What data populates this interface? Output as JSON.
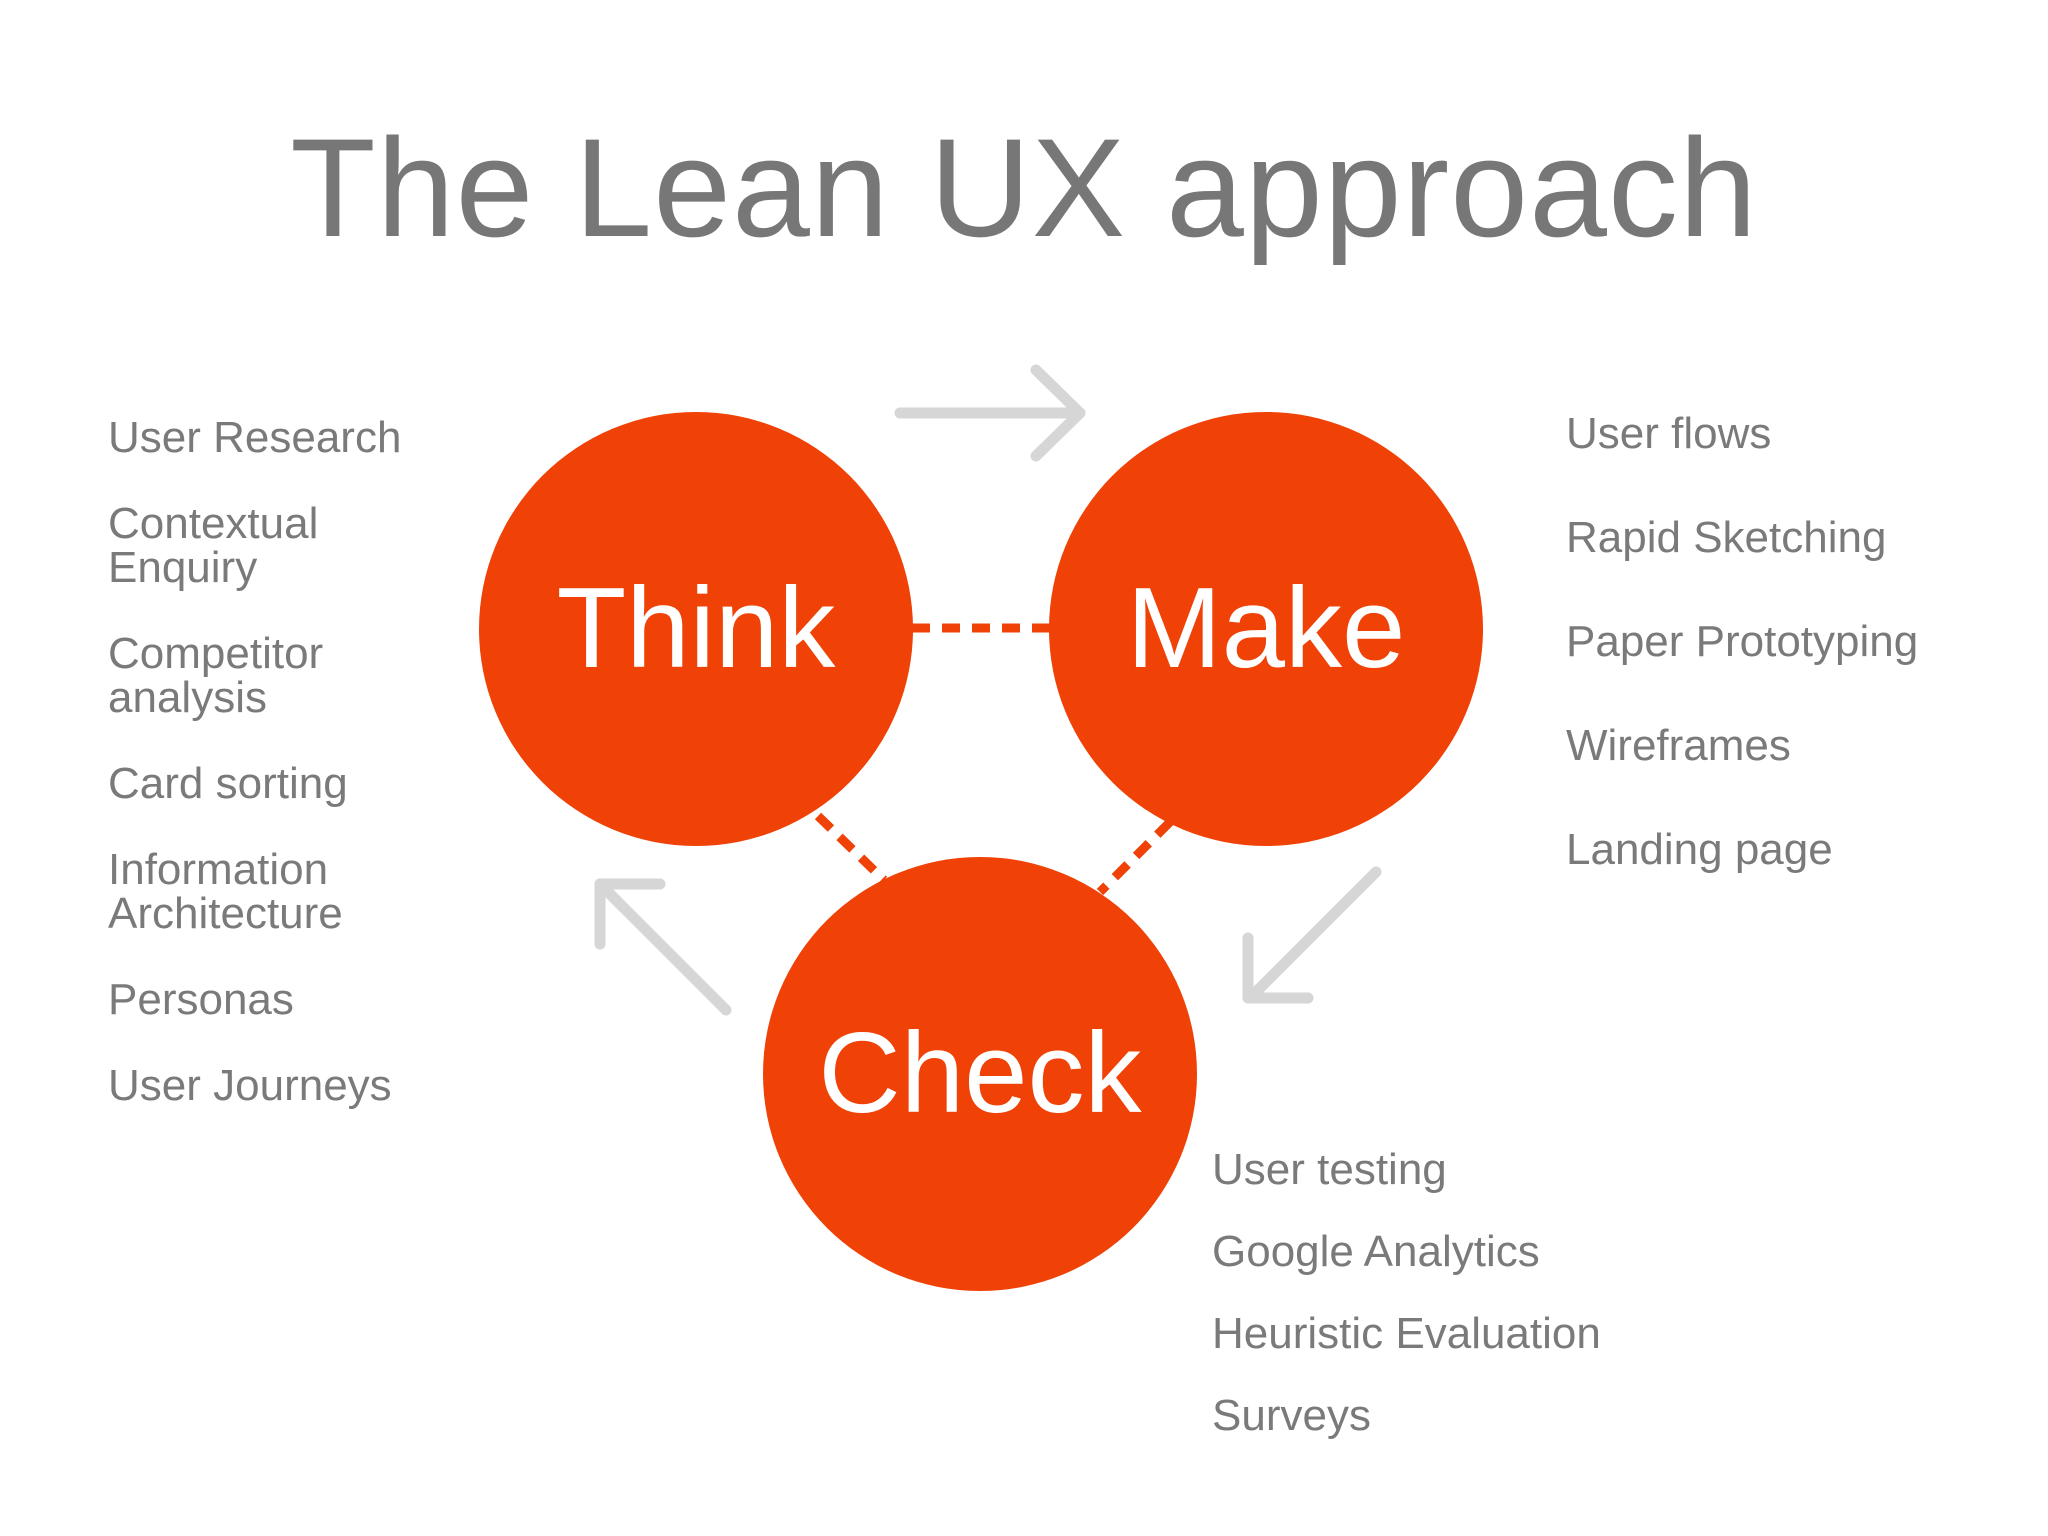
{
  "title": "The Lean UX approach",
  "colors": {
    "circle": "#F04106",
    "text": "#7A7A7A",
    "title": "#777777",
    "arrow": "#D6D6D6",
    "dashed": "#F04106"
  },
  "circles": {
    "think": "Think",
    "make": "Make",
    "check": "Check"
  },
  "think_items": [
    "User Research",
    "Contextual Enquiry",
    "Competitor analysis",
    "Card sorting",
    "Information Architecture",
    "Personas",
    "User Journeys"
  ],
  "make_items": [
    "User flows",
    "Rapid Sketching",
    "Paper Prototyping",
    "Wireframes",
    "Landing page"
  ],
  "check_items": [
    "User testing",
    "Google Analytics",
    "Heuristic Evaluation",
    "Surveys"
  ]
}
